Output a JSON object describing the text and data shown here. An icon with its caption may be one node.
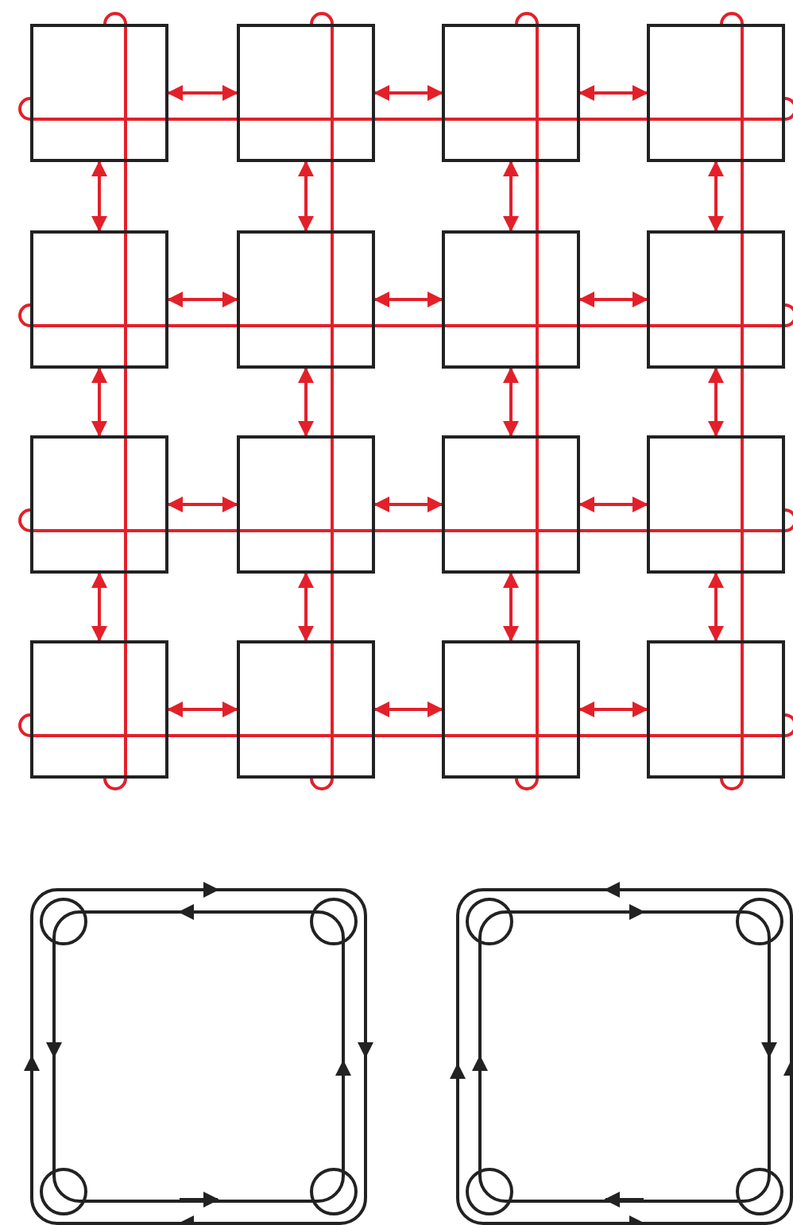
{
  "diagram": {
    "nodes": [
      {
        "text": [],
        "shape": "box"
      },
      {
        "text": [],
        "shape": "box"
      },
      {
        "text": [],
        "shape": "box"
      },
      {
        "text": [],
        "shape": "box"
      },
      {
        "text": [],
        "shape": "box"
      },
      {
        "text": [],
        "shape": "box"
      },
      {
        "text": [],
        "shape": "box"
      },
      {
        "text": [],
        "shape": "box"
      },
      {
        "text": [],
        "shape": "box"
      },
      {
        "text": [],
        "shape": "box"
      },
      {
        "text": [],
        "shape": "box"
      },
      {
        "text": [],
        "shape": "box"
      },
      {
        "text": [],
        "shape": "box"
      },
      {
        "text": [],
        "shape": "box"
      },
      {
        "text": [],
        "shape": "box"
      },
      {
        "text": [],
        "shape": "box"
      }
    ],
    "edges": [
      {
        "from": 0,
        "to": 1,
        "arrow": "both"
      },
      {
        "from": 1,
        "to": 2,
        "arrow": "both"
      },
      {
        "from": 2,
        "to": 3,
        "arrow": "both"
      },
      {
        "from": 4,
        "to": 5,
        "arrow": "both"
      },
      {
        "from": 5,
        "to": 6,
        "arrow": "both"
      },
      {
        "from": 6,
        "to": 7,
        "arrow": "both"
      },
      {
        "from": 8,
        "to": 9,
        "arrow": "both"
      },
      {
        "from": 9,
        "to": 10,
        "arrow": "both"
      },
      {
        "from": 10,
        "to": 11,
        "arrow": "both"
      },
      {
        "from": 12,
        "to": 13,
        "arrow": "both"
      },
      {
        "from": 13,
        "to": 14,
        "arrow": "both"
      },
      {
        "from": 14,
        "to": 15,
        "arrow": "both"
      },
      {
        "from": 0,
        "to": 4,
        "arrow": "both"
      },
      {
        "from": 1,
        "to": 5,
        "arrow": "both"
      },
      {
        "from": 2,
        "to": 6,
        "arrow": "both"
      },
      {
        "from": 3,
        "to": 7,
        "arrow": "both"
      },
      {
        "from": 4,
        "to": 8,
        "arrow": "both"
      },
      {
        "from": 5,
        "to": 9,
        "arrow": "both"
      },
      {
        "from": 6,
        "to": 10,
        "arrow": "both"
      },
      {
        "from": 7,
        "to": 11,
        "arrow": "both"
      },
      {
        "from": 8,
        "to": 12,
        "arrow": "both"
      },
      {
        "from": 9,
        "to": 13,
        "arrow": "both"
      },
      {
        "from": 10,
        "to": 14,
        "arrow": "both"
      },
      {
        "from": 11,
        "to": 15,
        "arrow": "both"
      },
      {
        "from": 0,
        "to": 0,
        "arrow": "none"
      },
      {
        "from": 0,
        "to": 1,
        "arrow": "none"
      },
      {
        "from": 1,
        "to": 2,
        "arrow": "none"
      },
      {
        "from": 2,
        "to": 3,
        "arrow": "none"
      },
      {
        "from": 3,
        "to": 3,
        "arrow": "none"
      },
      {
        "from": 4,
        "to": 4,
        "arrow": "none"
      },
      {
        "from": 4,
        "to": 5,
        "arrow": "none"
      },
      {
        "from": 5,
        "to": 6,
        "arrow": "none"
      },
      {
        "from": 6,
        "to": 7,
        "arrow": "none"
      },
      {
        "from": 7,
        "to": 7,
        "arrow": "none"
      },
      {
        "from": 8,
        "to": 8,
        "arrow": "none"
      },
      {
        "from": 8,
        "to": 9,
        "arrow": "none"
      },
      {
        "from": 9,
        "to": 10,
        "arrow": "none"
      },
      {
        "from": 10,
        "to": 11,
        "arrow": "none"
      },
      {
        "from": 11,
        "to": 11,
        "arrow": "none"
      },
      {
        "from": 12,
        "to": 12,
        "arrow": "none"
      },
      {
        "from": 12,
        "to": 13,
        "arrow": "none"
      },
      {
        "from": 13,
        "to": 14,
        "arrow": "none"
      },
      {
        "from": 14,
        "to": 15,
        "arrow": "none"
      },
      {
        "from": 15,
        "to": 15,
        "arrow": "none"
      },
      {
        "from": 0,
        "to": 0,
        "arrow": "none"
      },
      {
        "from": 0,
        "to": 4,
        "arrow": "none"
      },
      {
        "from": 4,
        "to": 8,
        "arrow": "none"
      },
      {
        "from": 8,
        "to": 12,
        "arrow": "none"
      },
      {
        "from": 12,
        "to": 12,
        "arrow": "none"
      },
      {
        "from": 1,
        "to": 1,
        "arrow": "none"
      },
      {
        "from": 1,
        "to": 5,
        "arrow": "none"
      },
      {
        "from": 5,
        "to": 9,
        "arrow": "none"
      },
      {
        "from": 9,
        "to": 13,
        "arrow": "none"
      },
      {
        "from": 13,
        "to": 13,
        "arrow": "none"
      },
      {
        "from": 2,
        "to": 2,
        "arrow": "none"
      },
      {
        "from": 2,
        "to": 6,
        "arrow": "none"
      },
      {
        "from": 6,
        "to": 10,
        "arrow": "none"
      },
      {
        "from": 10,
        "to": 14,
        "arrow": "none"
      },
      {
        "from": 14,
        "to": 14,
        "arrow": "none"
      },
      {
        "from": 3,
        "to": 3,
        "arrow": "none"
      },
      {
        "from": 3,
        "to": 7,
        "arrow": "none"
      },
      {
        "from": 7,
        "to": 11,
        "arrow": "none"
      },
      {
        "from": 11,
        "to": 15,
        "arrow": "none"
      },
      {
        "from": 15,
        "to": 15,
        "arrow": "none"
      }
    ]
  }
}
